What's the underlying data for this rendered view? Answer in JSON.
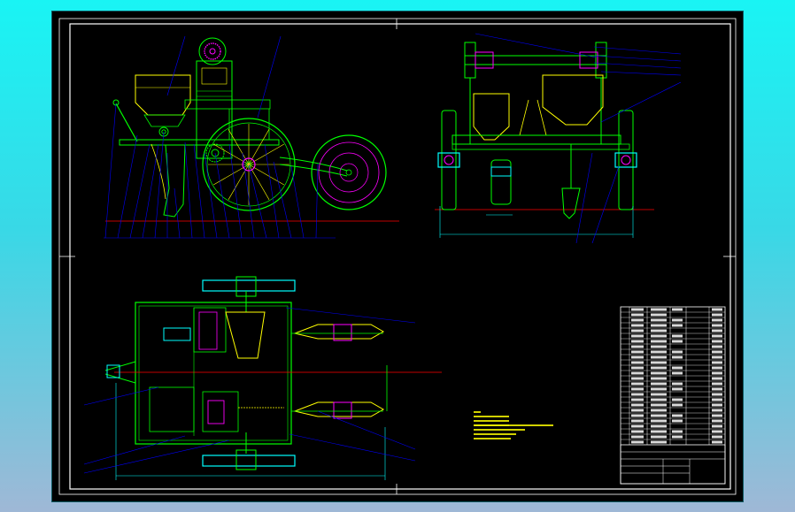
{
  "title_block": {
    "drawing_title": "",
    "drawing_number": "",
    "rows": 26
  },
  "technical_notes": {
    "lines": []
  },
  "colors": {
    "background": "#000000",
    "frame": "#ffffff",
    "outline": "#00ff00",
    "hatch": "#ff00ff",
    "center_line": "#ff0000",
    "leader": "#0000ff",
    "dimension": "#00ffff",
    "hopper": "#ffff00"
  },
  "views": [
    "side-view",
    "rear-view",
    "plan-view"
  ]
}
